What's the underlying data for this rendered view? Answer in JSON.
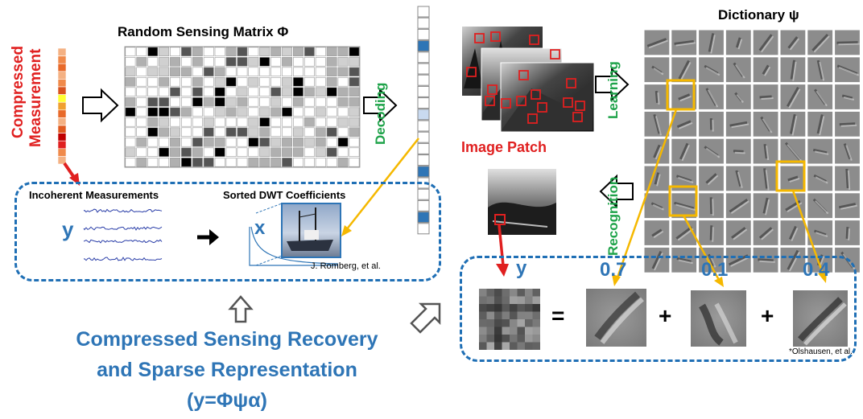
{
  "title": {
    "line1": "Compressed Sensing Recovery",
    "line2": "and Sparse Representation",
    "line3": "(y=Φψα)"
  },
  "left": {
    "measurement_label_1": "Compressed",
    "measurement_label_2": "Measurement",
    "matrix_title": "Random Sensing Matrix Φ",
    "decoding": "Decoding",
    "incoherent": "Incoherent Measurements",
    "sorted_dwt": "Sorted DWT Coefficients",
    "y_symbol": "y",
    "x_symbol": "x",
    "credit": "J. Romberg, et al."
  },
  "right": {
    "dictionary_title": "Dictionary ψ",
    "learning": "Learning",
    "recognition": "Recognition",
    "image_patch": "Image Patch",
    "y_symbol": "y",
    "eq_sign": "=",
    "plus_1": "+",
    "plus_2": "+",
    "coef_1": "0.7",
    "coef_2": "0.1",
    "coef_3": "0.4",
    "credit": "*Olshausen, et al."
  },
  "colors": {
    "blue": "#2e75b6",
    "dash_blue": "#1f6fb5",
    "green": "#1fa34a",
    "red": "#e02020",
    "gold": "#f5b800"
  }
}
